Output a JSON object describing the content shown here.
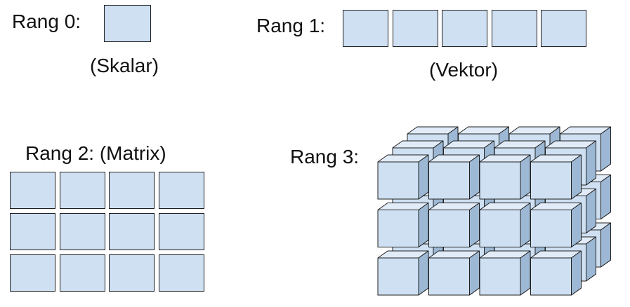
{
  "rank0": {
    "label": "Rang 0:",
    "caption": "(Skalar)"
  },
  "rank1": {
    "label": "Rang 1:",
    "caption": "(Vektor)",
    "count": 5
  },
  "rank2": {
    "label": "Rang 2: (Matrix)",
    "rows": 3,
    "cols": 4
  },
  "rank3": {
    "label": "Rang 3:",
    "layers": 3,
    "rows": 3,
    "cols": 4
  },
  "colors": {
    "front": "#cfe0f3",
    "top": "#e1ecf8",
    "side": "#9db8d4",
    "stroke": "#1f1f1f"
  }
}
